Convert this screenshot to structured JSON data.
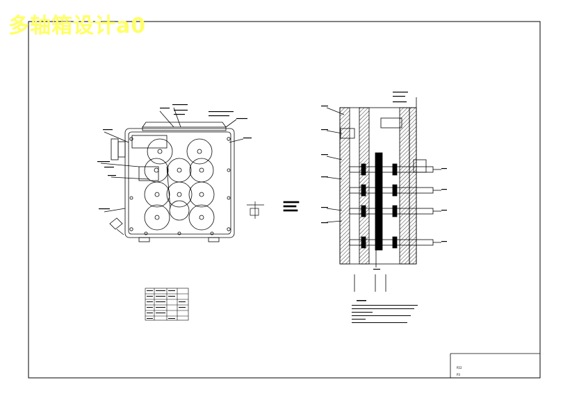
{
  "watermark_title": "多轴箱设计a0",
  "title_block": {
    "line1": "P22",
    "line2": "P3"
  }
}
